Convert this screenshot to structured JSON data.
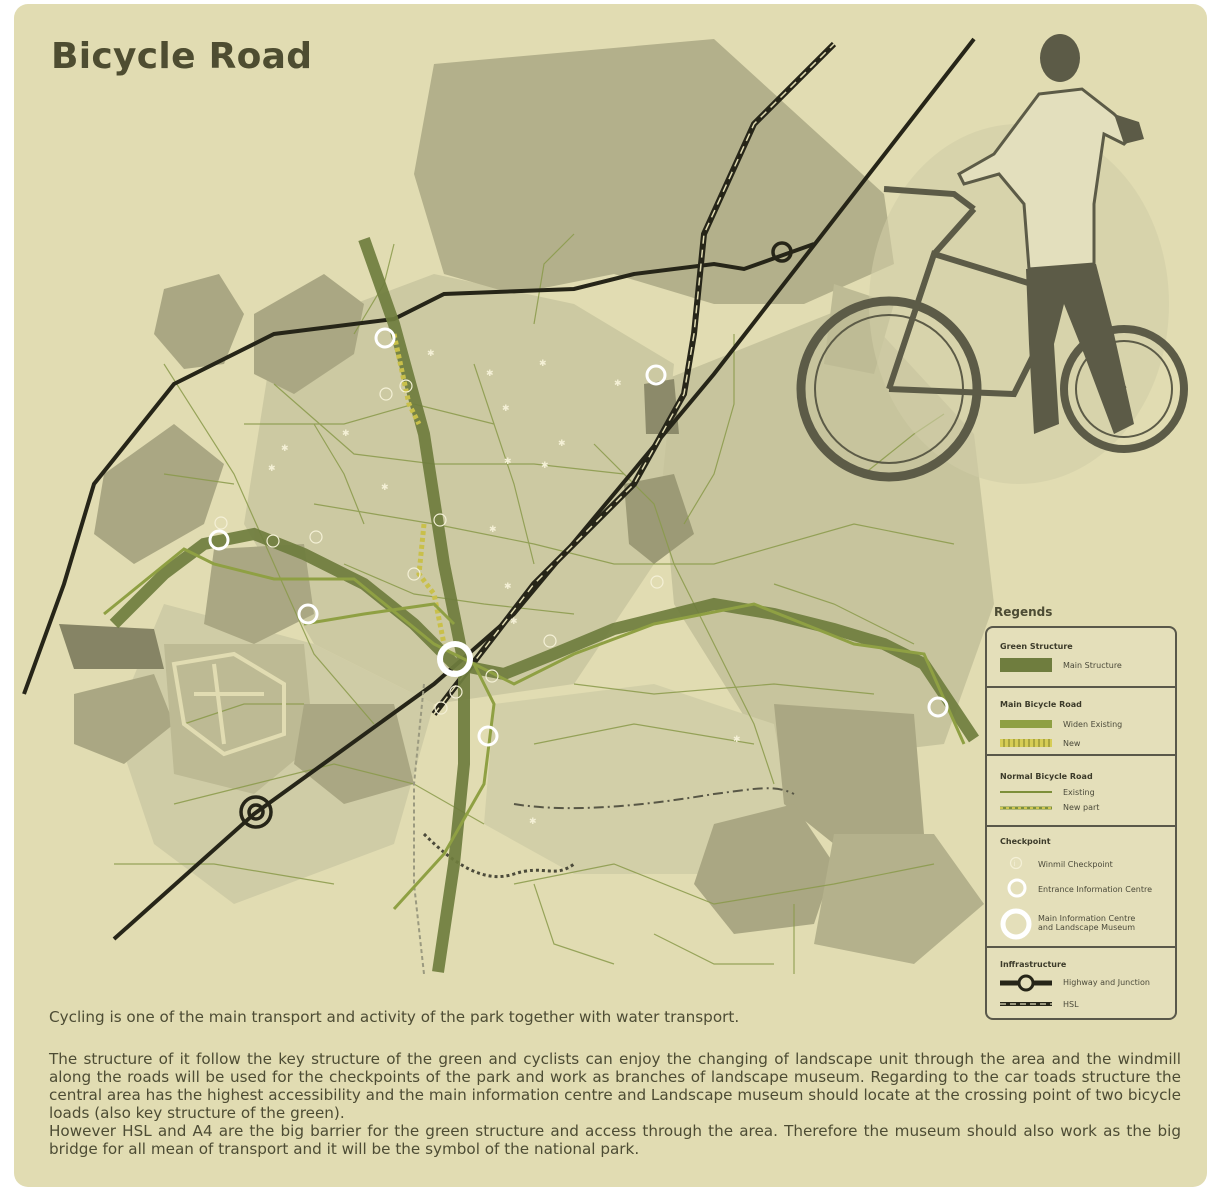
{
  "title": "Bicycle Road",
  "colors": {
    "background": "#e1dcb2",
    "green_structure": "#6f7d3e",
    "main_bicycle_road": "#8fa043",
    "new_road_dash": "#c9c04a",
    "normal_road": "#7d8f3a",
    "infrastructure": "#262518",
    "land_dark": "#9f9c78",
    "land_light": "#c5c39a"
  },
  "legend": {
    "title": "Regends",
    "sections": [
      {
        "heading": "Green Structure",
        "items": [
          {
            "label": "Main Structure",
            "symbol": "thick-green-bar"
          }
        ]
      },
      {
        "heading": "Main Bicycle Road",
        "items": [
          {
            "label": "Widen Existing",
            "symbol": "green-bar"
          },
          {
            "label": "New",
            "symbol": "dashed-yellow-bar"
          }
        ]
      },
      {
        "heading": "Normal Bicycle Road",
        "items": [
          {
            "label": "Existing",
            "symbol": "thin-green-line"
          },
          {
            "label": "New part",
            "symbol": "thin-dashed-line"
          }
        ]
      },
      {
        "heading": "Checkpoint",
        "items": [
          {
            "label": "Winmil Checkpoint",
            "symbol": "windmill-icon"
          },
          {
            "label": "Entrance Information Centre",
            "symbol": "ring-small"
          },
          {
            "label": "Main Information Centre\nand Landscape Museum",
            "symbol": "ring-large"
          }
        ]
      },
      {
        "heading": "Inffrastructure",
        "items": [
          {
            "label": "Highway and Junction",
            "symbol": "highway-icon"
          },
          {
            "label": "HSL",
            "symbol": "rail-icon"
          }
        ]
      }
    ]
  },
  "text": {
    "paragraph1": "Cycling is one of the main transport and activity of the park together with water transport.",
    "paragraph2": "The structure of it follow the key structure of the green and cyclists can enjoy the changing of landscape unit through the area and the windmill along the roads will be used for the checkpoints of the park and work as branches of landscape museum. Regarding to the car toads structure the central area has the highest accessibility and the main information centre and Landscape museum should locate at the crossing point of two bicycle loads (also key structure of the green).",
    "paragraph3": "However HSL and A4 are the big barrier for the green structure and access through the area. Therefore the museum should also work as the big bridge for all mean of transport and it will be the symbol of the national park."
  }
}
